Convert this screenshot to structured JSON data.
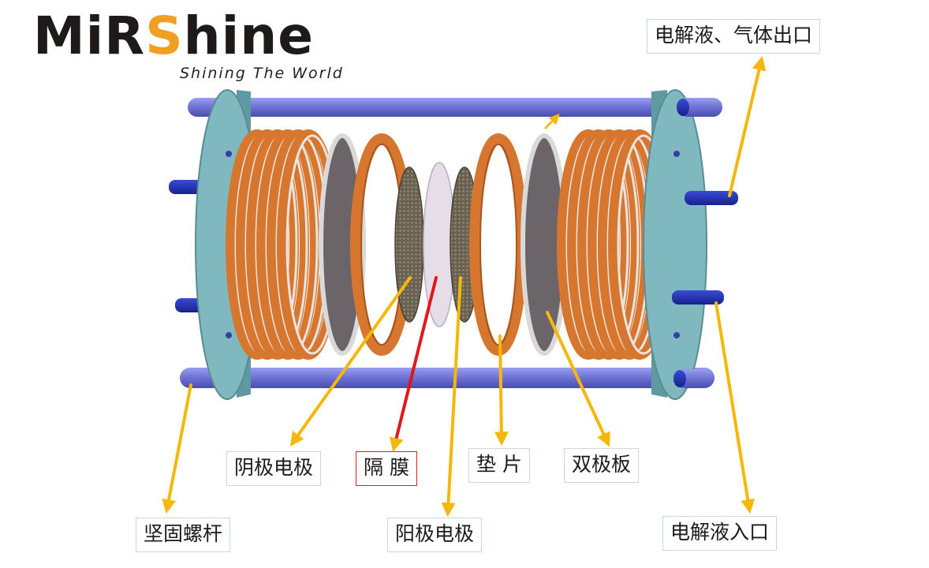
{
  "brand": {
    "name_prefix": "MiR",
    "name_highlight": "S",
    "name_suffix": "hine",
    "tagline": "Shining The World",
    "highlight_color": "#f0a020"
  },
  "labels": {
    "outlet": "电解液、气体出口",
    "cathode": "阴极电极",
    "membrane": "隔  膜",
    "gasket": "垫 片",
    "bipolar": "双极板",
    "bolt": "坚固螺杆",
    "anode": "阳极电极",
    "inlet": "电解液入口"
  },
  "colors": {
    "arrow": "#f5b80a",
    "membrane_arrow": "#e01818",
    "copper": "#d7762f",
    "flange": "#7fb8bf",
    "rod": "#6d71d2",
    "port": "#1f2fb0",
    "plate": "#6b6468"
  }
}
